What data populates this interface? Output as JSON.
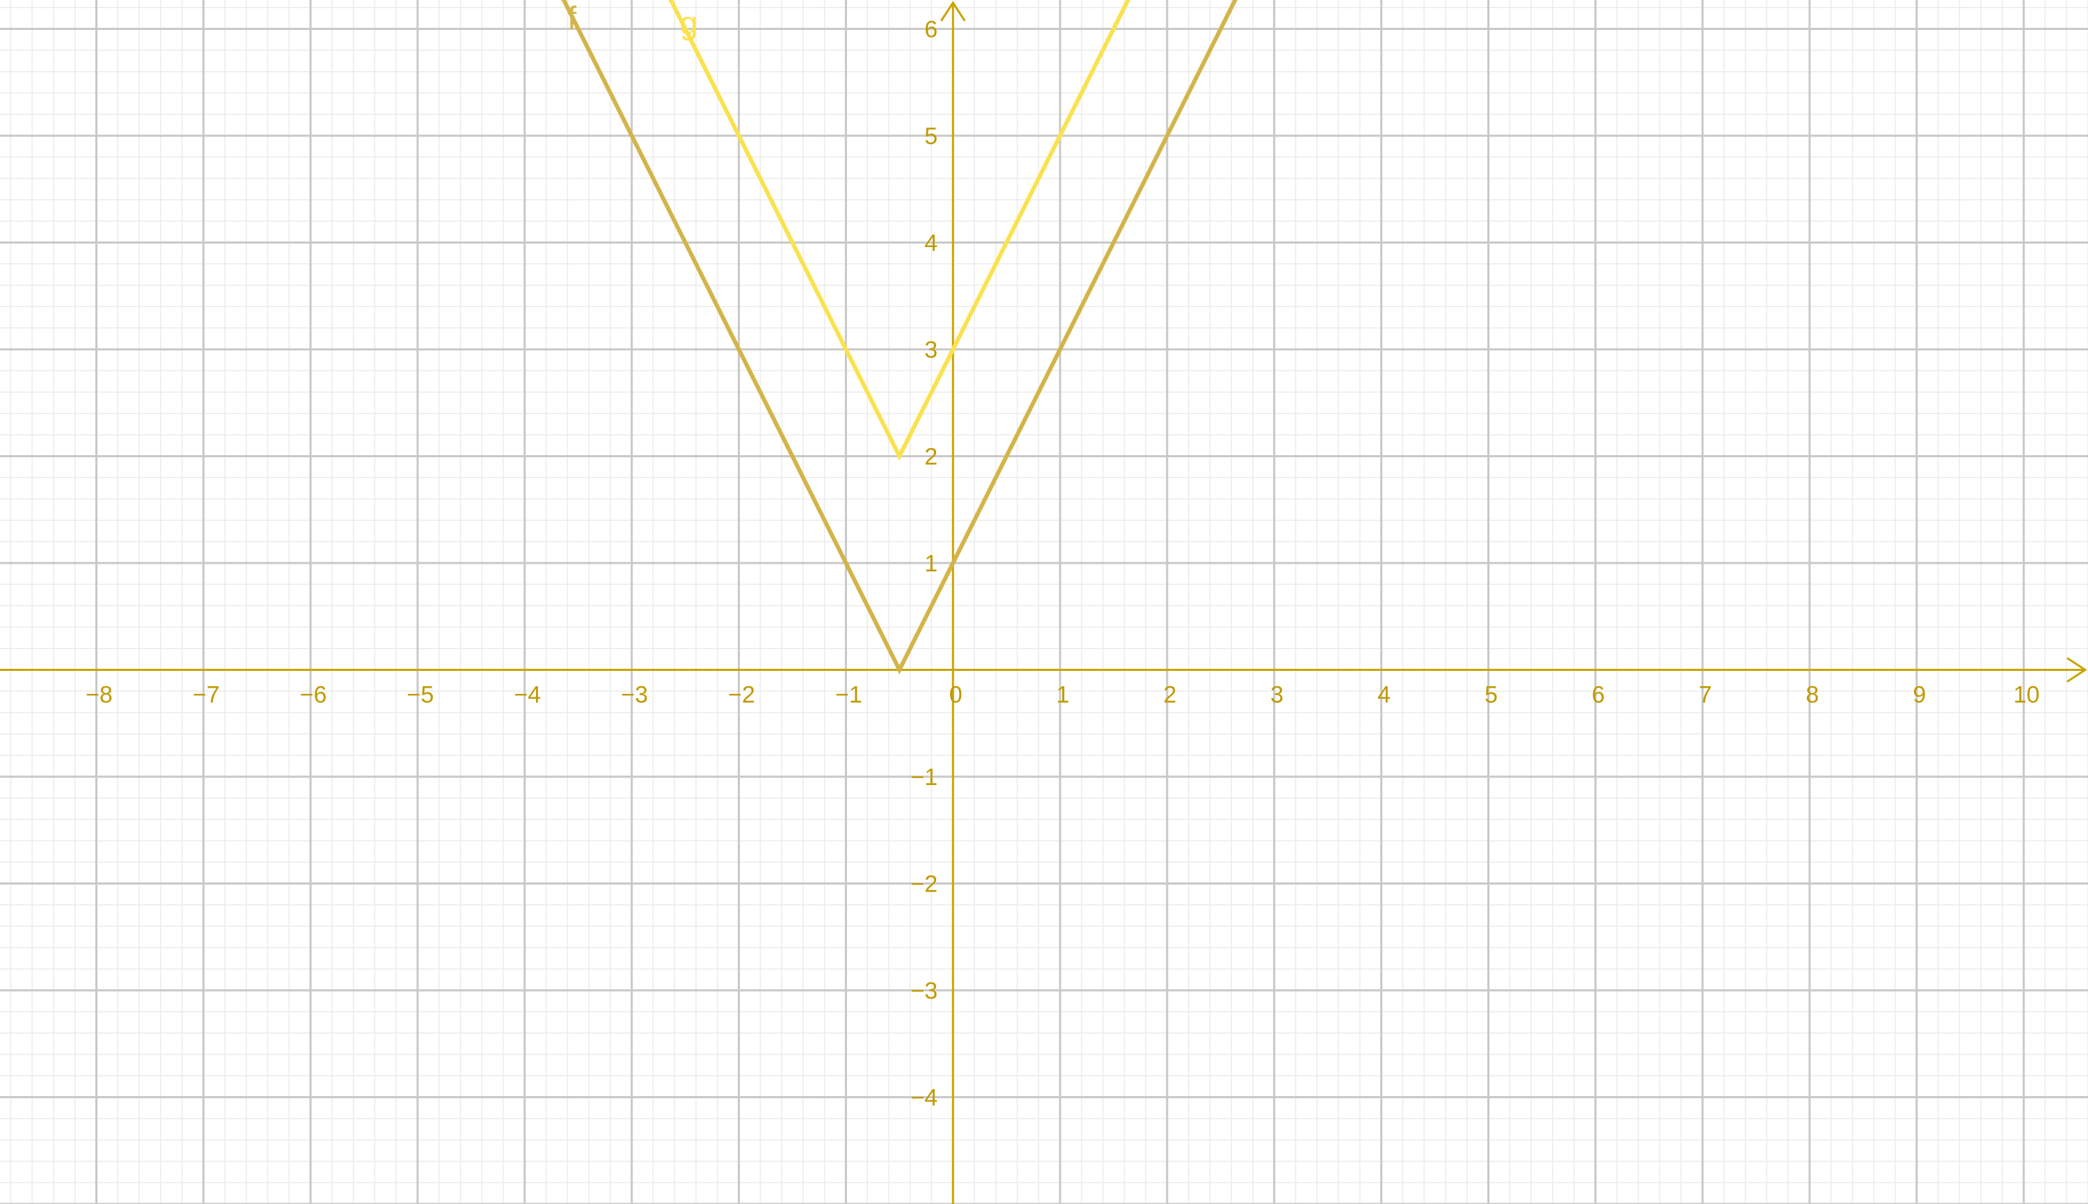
{
  "chart_data": {
    "type": "line",
    "title": "",
    "xlabel": "",
    "ylabel": "",
    "xlim": [
      -8.9,
      10.6
    ],
    "ylim": [
      -5,
      6.27
    ],
    "x_ticks": [
      -8,
      -7,
      -6,
      -5,
      -4,
      -3,
      -2,
      -1,
      0,
      1,
      2,
      3,
      4,
      5,
      6,
      7,
      8,
      9,
      10
    ],
    "x_tick_labels": [
      "−8",
      "−7",
      "−6",
      "−5",
      "−4",
      "−3",
      "−2",
      "−1",
      "0",
      "1",
      "2",
      "3",
      "4",
      "5",
      "6",
      "7",
      "8",
      "9",
      "10"
    ],
    "y_ticks": [
      -4,
      -3,
      -2,
      -1,
      1,
      2,
      3,
      4,
      5,
      6
    ],
    "y_tick_labels": [
      "−4",
      "−3",
      "−2",
      "−1",
      "1",
      "2",
      "3",
      "4",
      "5",
      "6"
    ],
    "grid": true,
    "minor_grid": true,
    "series": [
      {
        "name": "f",
        "label_anchor": [
          -3.6,
          6.0
        ],
        "color": "#d4b44a",
        "x": [
          -3.65,
          -0.5,
          2.65
        ],
        "y": [
          6.3,
          0,
          6.3
        ]
      },
      {
        "name": "g",
        "label_anchor": [
          -2.55,
          5.95
        ],
        "color": "#fce14f",
        "x": [
          -2.65,
          -0.5,
          1.65
        ],
        "y": [
          6.3,
          2,
          6.3
        ]
      }
    ]
  },
  "colors": {
    "axis": "#c9a400",
    "tick_text": "#c09a00",
    "major_grid": "#c8c8c8",
    "minor_grid": "#ebebeb",
    "background": "#ffffff"
  }
}
